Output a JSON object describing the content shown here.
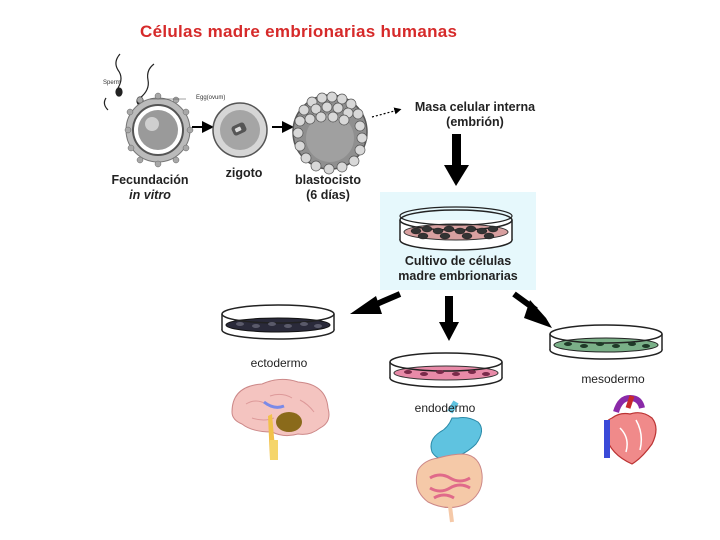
{
  "title": "Células madre embrionarias humanas",
  "fertilization": {
    "sperm_label": "Sperm",
    "egg_label": "Egg(ovum)",
    "label_line1": "Fecundación",
    "label_line2": "in vitro"
  },
  "zygote": {
    "label": "zigoto"
  },
  "blastocyst": {
    "label_line1": "blastocisto",
    "label_line2": "(6 días)"
  },
  "inner_mass": {
    "label_line1": "Masa celular interna",
    "label_line2": "(embrión)"
  },
  "culture": {
    "label_line1": "Cultivo de células",
    "label_line2": "madre embrionarias"
  },
  "ectoderm": {
    "label": "ectodermo"
  },
  "endoderm": {
    "label": "endodermo"
  },
  "mesoderm": {
    "label": "mesodermo"
  },
  "colors": {
    "title": "#d62a2a",
    "culture_box": "#e6f8fc",
    "ectoderm_cells": "#2a2a3a",
    "endoderm_cells": "#e88aa8",
    "mesoderm_cells": "#7ab088"
  }
}
